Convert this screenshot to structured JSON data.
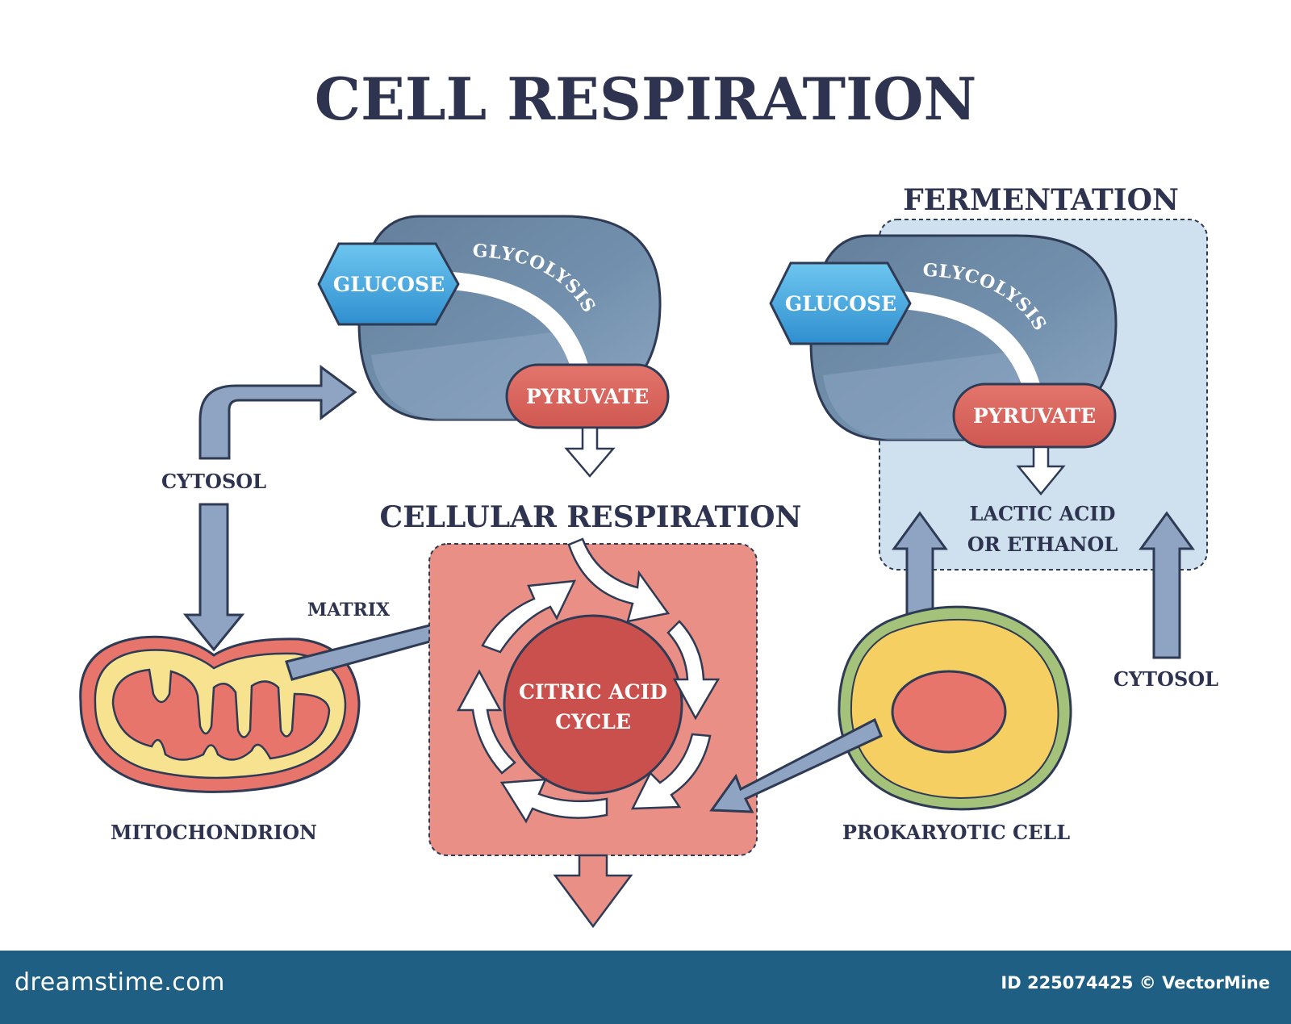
{
  "title": "CELL RESPIRATION",
  "left_glycolysis": {
    "glucose": "GLUCOSE",
    "glycolysis": "GLYCOLYSIS",
    "pyruvate": "PYRUVATE"
  },
  "right_glycolysis": {
    "glucose": "GLUCOSE",
    "glycolysis": "GLYCOLYSIS",
    "pyruvate": "PYRUVATE"
  },
  "fermentation": {
    "title": "FERMENTATION",
    "product_line1": "LACTIC ACID",
    "product_line2": "OR ETHANOL"
  },
  "cellular_respiration": {
    "title": "CELLULAR RESPIRATION",
    "cycle_line1": "CITRIC ACID",
    "cycle_line2": "CYCLE"
  },
  "labels": {
    "cytosol_left": "CYTOSOL",
    "cytosol_right": "CYTOSOL",
    "matrix": "MATRIX",
    "mitochondrion": "MITOCHONDRION",
    "prokaryotic_cell": "PROKARYOTIC CELL"
  },
  "footer": {
    "logo": "dreamstime.com",
    "credit": "ID 225074425 © VectorMine"
  },
  "colors": {
    "title": "#2e3350",
    "glyco_wheel": "#6d87a3",
    "glucose": "#3a9fd6",
    "pyruvate": "#d9625a",
    "arrow_blue": "#8ea4c2",
    "fermentation_box": "#cfe0ef",
    "respiration_box": "#ea8f86",
    "cycle_center": "#c9504c",
    "cell_outer": "#f6cf63",
    "cell_border": "#a4c27a",
    "mito_inner": "#e8756b",
    "footer": "#1f5f84"
  }
}
